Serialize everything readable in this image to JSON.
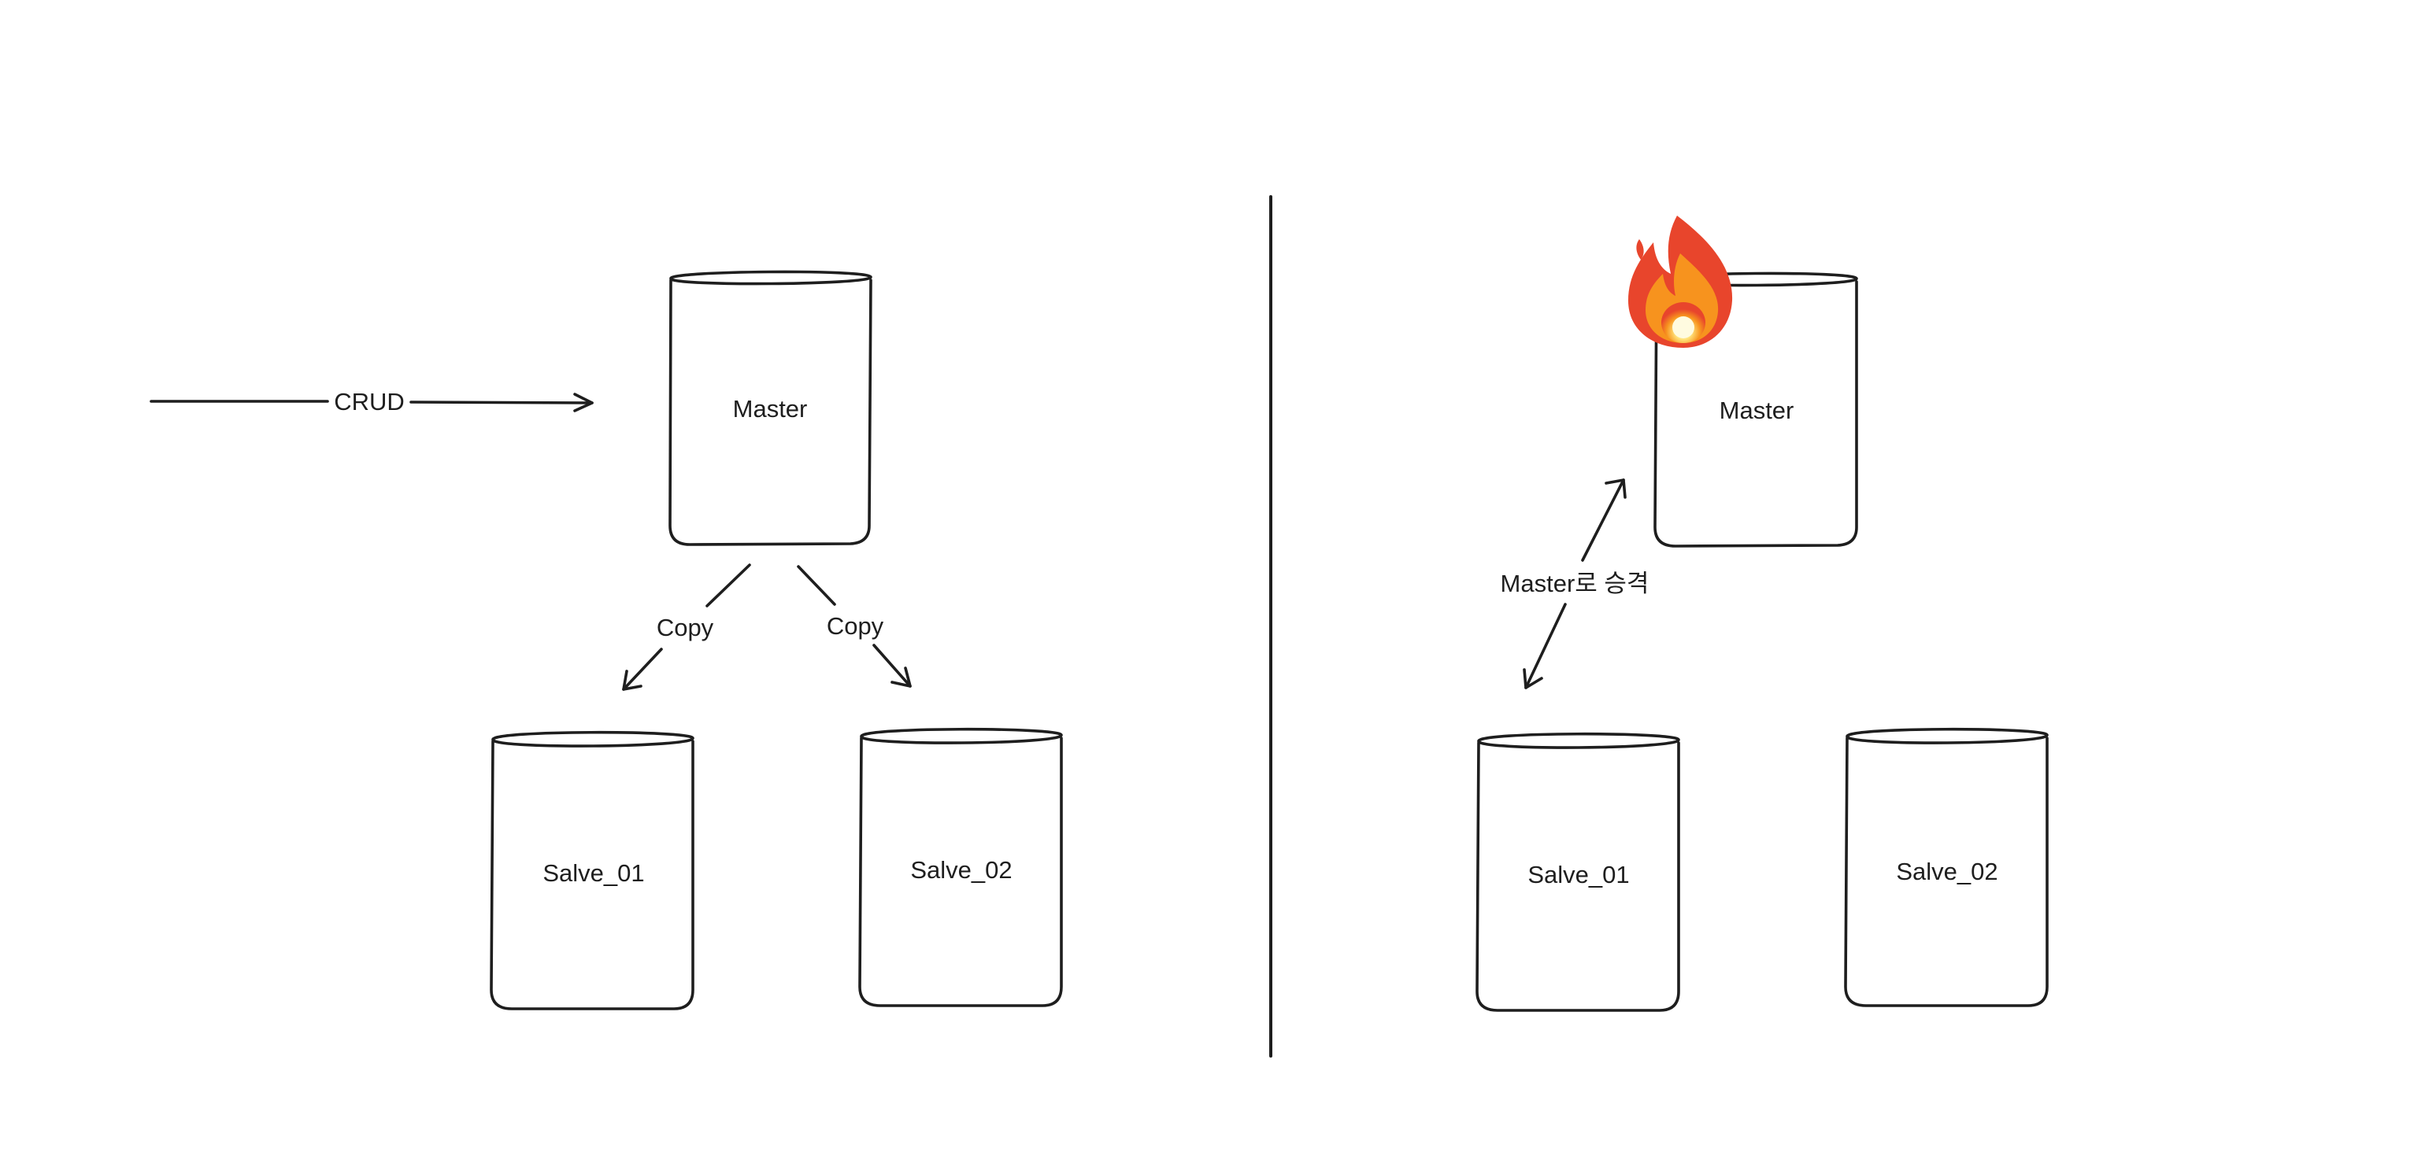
{
  "left_diagram": {
    "crud_label": "CRUD",
    "master_label": "Master",
    "copy_left_label": "Copy",
    "copy_right_label": "Copy",
    "slave1_label": "Salve_01",
    "slave2_label": "Salve_02"
  },
  "right_diagram": {
    "master_label": "Master",
    "promote_label": "Master로 승격",
    "slave1_label": "Salve_01",
    "slave2_label": "Salve_02",
    "failure_icon": "fire-icon"
  },
  "colors": {
    "stroke": "#1e1e1e",
    "background": "#ffffff",
    "fire_outer": "#e8452c",
    "fire_mid": "#f7931e",
    "fire_core": "#ffe27a"
  }
}
